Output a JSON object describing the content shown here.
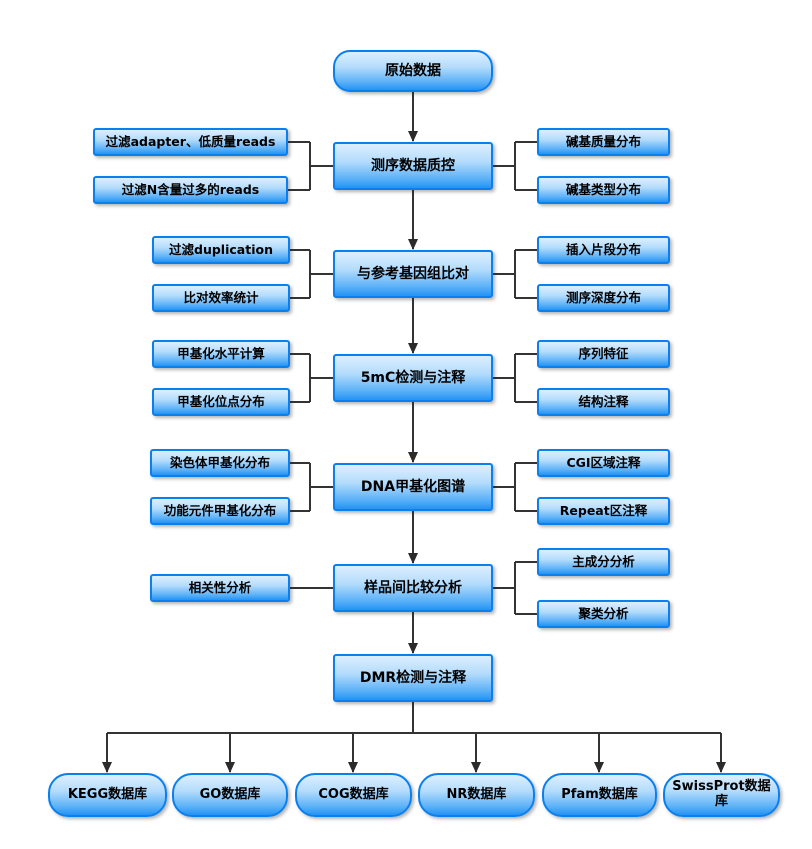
{
  "diagram": {
    "colors": {
      "node_border": "#0a80f0",
      "node_fill_top": "#dceffe",
      "node_fill_bottom": "#2493f4",
      "connector": "#333333",
      "text": "#000000"
    },
    "start": "原始数据",
    "stages": [
      {
        "center": "测序数据质控",
        "left": [
          "过滤adapter、低质量reads",
          "过滤N含量过多的reads"
        ],
        "right": [
          "碱基质量分布",
          "碱基类型分布"
        ]
      },
      {
        "center": "与参考基因组比对",
        "left": [
          "过滤duplication",
          "比对效率统计"
        ],
        "right": [
          "插入片段分布",
          "测序深度分布"
        ]
      },
      {
        "center": "5mC检测与注释",
        "left": [
          "甲基化水平计算",
          "甲基化位点分布"
        ],
        "right": [
          "序列特征",
          "结构注释"
        ]
      },
      {
        "center": "DNA甲基化图谱",
        "left": [
          "染色体甲基化分布",
          "功能元件甲基化分布"
        ],
        "right": [
          "CGI区域注释",
          "Repeat区注释"
        ]
      },
      {
        "center": "样品间比较分析",
        "left": [
          "相关性分析"
        ],
        "right": [
          "主成分分析",
          "聚类分析"
        ]
      }
    ],
    "final": "DMR检测与注释",
    "databases": [
      "KEGG数据库",
      "GO数据库",
      "COG数据库",
      "NR数据库",
      "Pfam数据库",
      "SwissProt数据库"
    ]
  }
}
